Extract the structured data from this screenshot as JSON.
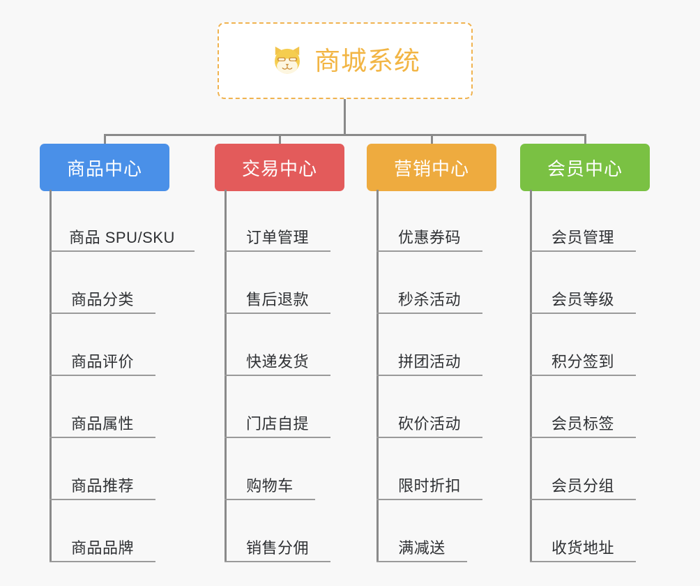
{
  "page": {
    "background_color": "#f8f8f8",
    "connector_color": "#8a8a8a",
    "leaf_text_color": "#2e3033",
    "leaf_underline_color": "#9a9a9a"
  },
  "root": {
    "title": "商城系统",
    "icon": "shiba-inu-dog-face-icon",
    "text_color": "#f2b544",
    "border_color": "#f0b350",
    "fill_color": "#ffffff"
  },
  "branches": [
    {
      "label": "商品中心",
      "color": "#4a90e8",
      "items": [
        "商品 SPU/SKU",
        "商品分类",
        "商品评价",
        "商品属性",
        "商品推荐",
        "商品品牌"
      ]
    },
    {
      "label": "交易中心",
      "color": "#e35b5b",
      "items": [
        "订单管理",
        "售后退款",
        "快递发货",
        "门店自提",
        "购物车",
        "销售分佣"
      ]
    },
    {
      "label": "营销中心",
      "color": "#eeab3f",
      "items": [
        "优惠券码",
        "秒杀活动",
        "拼团活动",
        "砍价活动",
        "限时折扣",
        "满减送"
      ]
    },
    {
      "label": "会员中心",
      "color": "#7ac143",
      "items": [
        "会员管理",
        "会员等级",
        "积分签到",
        "会员标签",
        "会员分组",
        "收货地址"
      ]
    }
  ]
}
